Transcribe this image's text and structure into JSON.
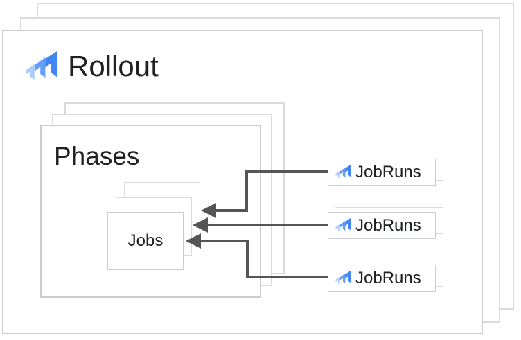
{
  "rollout": {
    "label": "Rollout"
  },
  "phases": {
    "label": "Phases"
  },
  "jobs": {
    "label": "Jobs"
  },
  "jobruns": [
    {
      "label": "JobRuns"
    },
    {
      "label": "JobRuns"
    },
    {
      "label": "JobRuns"
    }
  ],
  "icon": {
    "name": "cloud-deploy-icon",
    "blue_dark": "#4285F4",
    "blue_medium": "#669DF6",
    "blue_light": "#AECBFA"
  },
  "colors": {
    "arrow": "#555555",
    "card_border_back": "#d9dbde",
    "card_border_front": "#c9ccd0",
    "text": "#202124",
    "background": "#ffffff"
  }
}
